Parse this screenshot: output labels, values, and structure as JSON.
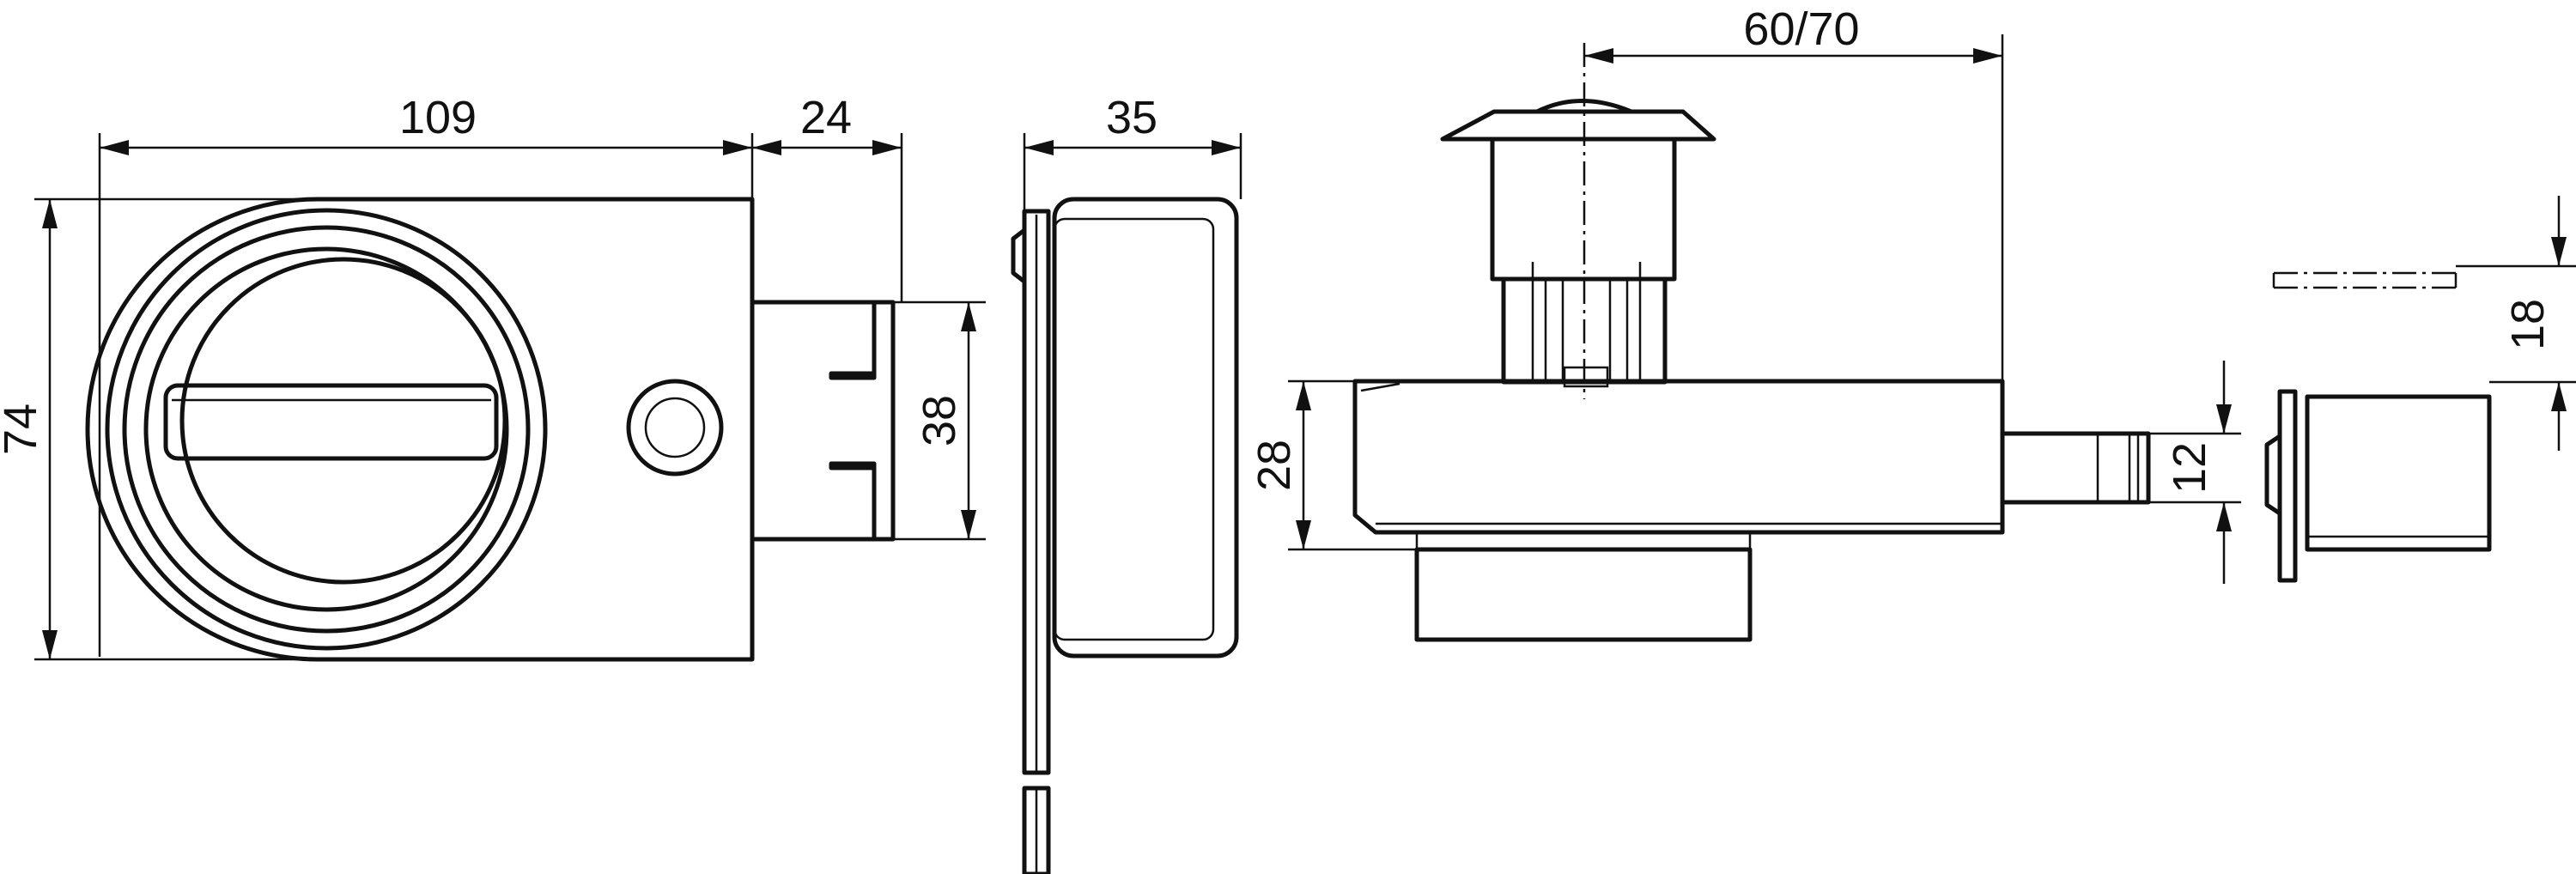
{
  "drawing": {
    "dimensions": {
      "width_109": "109",
      "bolt_24": "24",
      "height_74": "74",
      "keeper_38": "38",
      "depth_35": "35",
      "backset_60_70": "60/70",
      "case_28": "28",
      "bolt_12": "12",
      "keeper_18": "18"
    },
    "colors": {
      "line": "#111111",
      "background": "#ffffff"
    }
  }
}
